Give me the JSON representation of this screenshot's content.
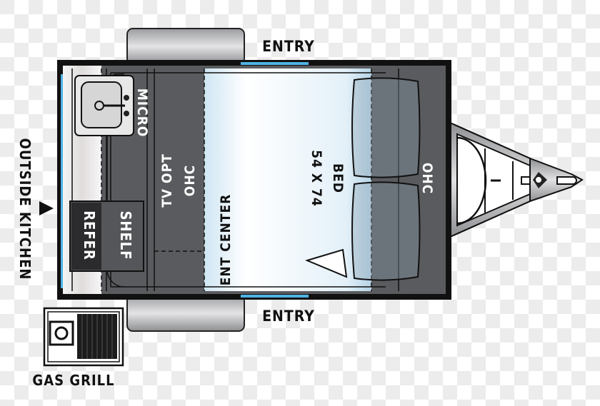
{
  "labels": {
    "entry_top": "ENTRY",
    "entry_bottom": "ENTRY",
    "outside_kitchen": "OUTSIDE KITCHEN",
    "gas_grill": "GAS GRILL",
    "micro": "MICRO",
    "tv_opt": "TV OPT",
    "ohc_left": "OHC",
    "ent_center": "ENT CENTER",
    "shelf": "SHELF",
    "refer": "REFER",
    "bed": "BED",
    "bed_size": "54 X 74",
    "ohc_right": "OHC"
  },
  "colors": {
    "cabinet": "#5a5b5e",
    "accent_blue": "#4fb3e3",
    "outline": "#111111",
    "bed_tint": "#dcecf5"
  }
}
